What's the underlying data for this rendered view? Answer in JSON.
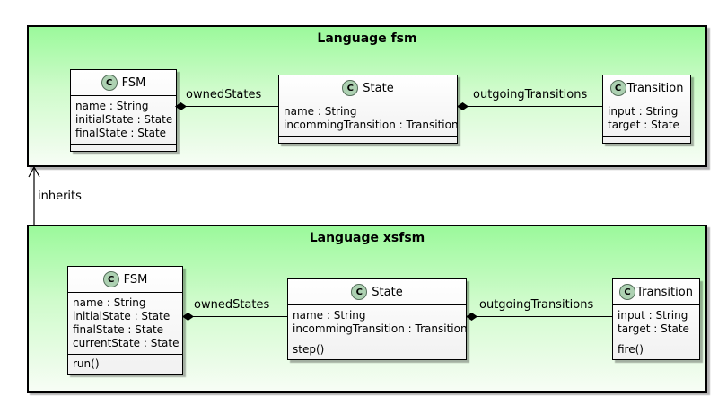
{
  "colors": {
    "package_gradient_top": "#9BF99B",
    "package_gradient_bottom": "#F7FDF5",
    "class_icon_fill": "#ADD1B2",
    "class_icon_border": "#546E5A",
    "border": "#000000"
  },
  "packages": [
    {
      "title": "Language fsm",
      "classes": [
        {
          "icon": "C",
          "name": "FSM",
          "attributes": [
            "name : String",
            "initialState : State",
            "finalState : State"
          ],
          "methods": []
        },
        {
          "icon": "C",
          "name": "State",
          "attributes": [
            "name : String",
            "incommingTransition : Transition"
          ],
          "methods": []
        },
        {
          "icon": "C",
          "name": "Transition",
          "attributes": [
            "input : String",
            "target : State"
          ],
          "methods": []
        }
      ],
      "edges": [
        {
          "label": "ownedStates",
          "type": "composition",
          "from": "FSM",
          "to": "State"
        },
        {
          "label": "outgoingTransitions",
          "type": "composition",
          "from": "State",
          "to": "Transition"
        }
      ]
    },
    {
      "title": "Language xsfsm",
      "classes": [
        {
          "icon": "C",
          "name": "FSM",
          "attributes": [
            "name : String",
            "initialState : State",
            "finalState : State",
            "currentState : State"
          ],
          "methods": [
            "run()"
          ]
        },
        {
          "icon": "C",
          "name": "State",
          "attributes": [
            "name : String",
            "incommingTransition : Transition"
          ],
          "methods": [
            "step()"
          ]
        },
        {
          "icon": "C",
          "name": "Transition",
          "attributes": [
            "input : String",
            "target : State"
          ],
          "methods": [
            "fire()"
          ]
        }
      ],
      "edges": [
        {
          "label": "ownedStates",
          "type": "composition",
          "from": "FSM",
          "to": "State"
        },
        {
          "label": "outgoingTransitions",
          "type": "composition",
          "from": "State",
          "to": "Transition"
        }
      ]
    }
  ],
  "relations": [
    {
      "label": "inherits",
      "from": "Language xsfsm",
      "to": "Language fsm"
    }
  ]
}
